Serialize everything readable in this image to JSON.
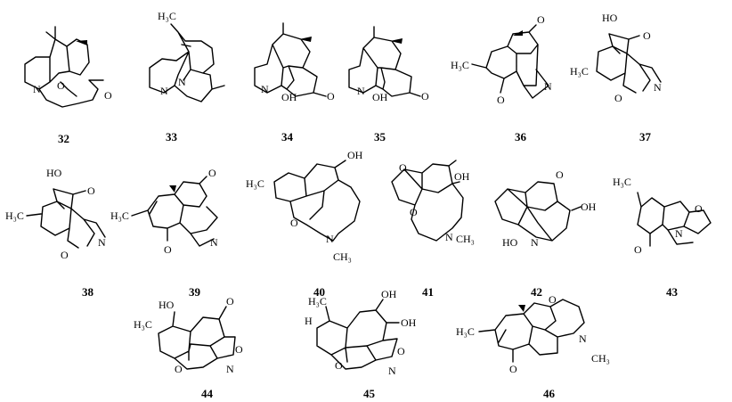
{
  "compounds": [
    {
      "number": "32",
      "labels": [
        "N",
        "O",
        "O"
      ]
    },
    {
      "number": "33",
      "labels": [
        "H₃C",
        "N",
        "N"
      ]
    },
    {
      "number": "34",
      "labels": [
        "N",
        "OH",
        "O"
      ]
    },
    {
      "number": "35",
      "labels": [
        "N",
        "OH",
        "O"
      ]
    },
    {
      "number": "36",
      "labels": [
        "H₃C",
        "O",
        "O",
        "N"
      ]
    },
    {
      "number": "37",
      "labels": [
        "HO",
        "O",
        "H₃C",
        "O",
        "N"
      ]
    },
    {
      "number": "38",
      "labels": [
        "HO",
        "O",
        "H₃C",
        "O",
        "N"
      ]
    },
    {
      "number": "39",
      "labels": [
        "O",
        "H₃C",
        "O",
        "N"
      ]
    },
    {
      "number": "40",
      "labels": [
        "OH",
        "H₃C",
        "O",
        "N",
        "CH₃"
      ]
    },
    {
      "number": "41",
      "labels": [
        "O",
        "OH",
        "O",
        "N",
        "CH₃"
      ]
    },
    {
      "number": "42",
      "labels": [
        "O",
        "OH",
        "N",
        "HO"
      ]
    },
    {
      "number": "43",
      "labels": [
        "H₃C",
        "O",
        "O",
        "N"
      ]
    },
    {
      "number": "44",
      "labels": [
        "HO",
        "H₃C",
        "O",
        "O",
        "N"
      ]
    },
    {
      "number": "45",
      "labels": [
        "OH",
        "H₃C",
        "H",
        "OH",
        "O",
        "O",
        "N"
      ]
    },
    {
      "number": "46",
      "labels": [
        "O",
        "H₃C",
        "N",
        "CH₃",
        "O"
      ]
    }
  ]
}
